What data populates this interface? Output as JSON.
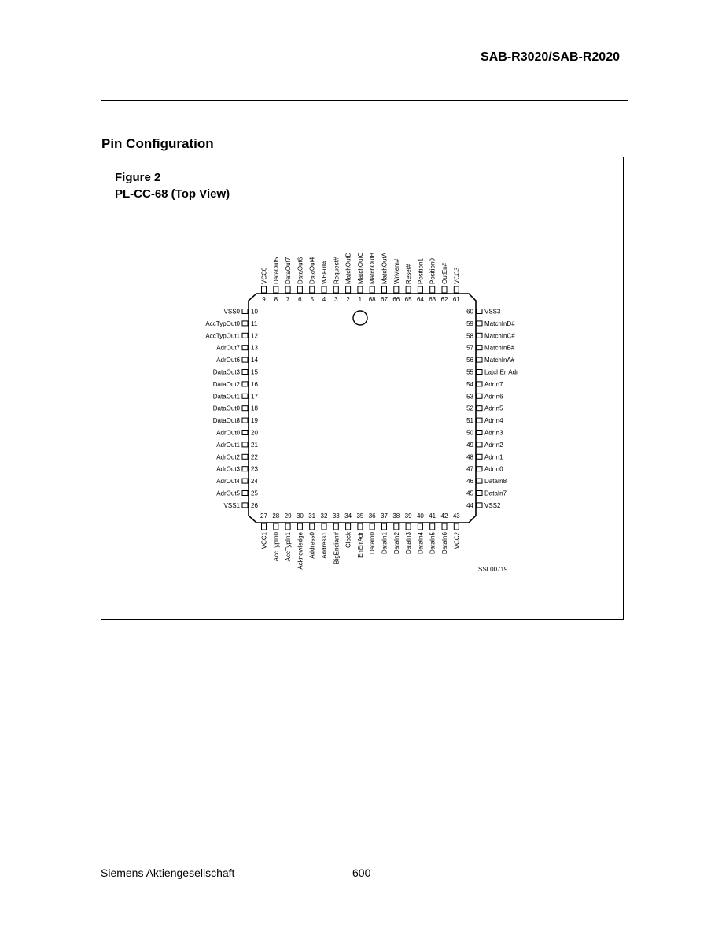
{
  "header": {
    "title": "SAB-R3020/SAB-R2020"
  },
  "section": {
    "title": "Pin Configuration"
  },
  "figure": {
    "number": "Figure 2",
    "caption": "PL-CC-68 (Top View)",
    "code": "SSL00719",
    "pins_top": [
      {
        "num": "9",
        "name": "VCC0"
      },
      {
        "num": "8",
        "name": "DataOut5"
      },
      {
        "num": "7",
        "name": "DataOut7"
      },
      {
        "num": "6",
        "name": "DataOut6"
      },
      {
        "num": "5",
        "name": "DataOut4"
      },
      {
        "num": "4",
        "name": "WBFull#"
      },
      {
        "num": "3",
        "name": "Request#"
      },
      {
        "num": "2",
        "name": "MatchOutD"
      },
      {
        "num": "1",
        "name": "MatchOutC"
      },
      {
        "num": "68",
        "name": "MatchOutB"
      },
      {
        "num": "67",
        "name": "MatchOutA"
      },
      {
        "num": "66",
        "name": "WrMem#"
      },
      {
        "num": "65",
        "name": "Reset#"
      },
      {
        "num": "64",
        "name": "Position1"
      },
      {
        "num": "63",
        "name": "Position0"
      },
      {
        "num": "62",
        "name": "OutEn#"
      },
      {
        "num": "61",
        "name": "VCC3"
      }
    ],
    "pins_left": [
      {
        "num": "10",
        "name": "VSS0"
      },
      {
        "num": "11",
        "name": "AccTypOut0"
      },
      {
        "num": "12",
        "name": "AccTypOut1"
      },
      {
        "num": "13",
        "name": "AdrOut7"
      },
      {
        "num": "14",
        "name": "AdrOut6"
      },
      {
        "num": "15",
        "name": "DataOut3"
      },
      {
        "num": "16",
        "name": "DataOut2"
      },
      {
        "num": "17",
        "name": "DataOut1"
      },
      {
        "num": "18",
        "name": "DataOut0"
      },
      {
        "num": "19",
        "name": "DataOut8"
      },
      {
        "num": "20",
        "name": "AdrOut0"
      },
      {
        "num": "21",
        "name": "AdrOut1"
      },
      {
        "num": "22",
        "name": "AdrOut2"
      },
      {
        "num": "23",
        "name": "AdrOut3"
      },
      {
        "num": "24",
        "name": "AdrOut4"
      },
      {
        "num": "25",
        "name": "AdrOut5"
      },
      {
        "num": "26",
        "name": "VSS1"
      }
    ],
    "pins_right": [
      {
        "num": "60",
        "name": "VSS3"
      },
      {
        "num": "59",
        "name": "MatchInD#"
      },
      {
        "num": "58",
        "name": "MatchInC#"
      },
      {
        "num": "57",
        "name": "MatchInB#"
      },
      {
        "num": "56",
        "name": "MatchInA#"
      },
      {
        "num": "55",
        "name": "LatchErrAdr"
      },
      {
        "num": "54",
        "name": "AdrIn7"
      },
      {
        "num": "53",
        "name": "AdrIn6"
      },
      {
        "num": "52",
        "name": "AdrIn5"
      },
      {
        "num": "51",
        "name": "AdrIn4"
      },
      {
        "num": "50",
        "name": "AdrIn3"
      },
      {
        "num": "49",
        "name": "AdrIn2"
      },
      {
        "num": "48",
        "name": "AdrIn1"
      },
      {
        "num": "47",
        "name": "AdrIn0"
      },
      {
        "num": "46",
        "name": "DataIn8"
      },
      {
        "num": "45",
        "name": "DataIn7"
      },
      {
        "num": "44",
        "name": "VSS2"
      }
    ],
    "pins_bottom": [
      {
        "num": "27",
        "name": "VCC1"
      },
      {
        "num": "28",
        "name": "AccTypIn0"
      },
      {
        "num": "29",
        "name": "AccTypIn1"
      },
      {
        "num": "30",
        "name": "Acknowledge"
      },
      {
        "num": "31",
        "name": "Address0"
      },
      {
        "num": "32",
        "name": "Address1"
      },
      {
        "num": "33",
        "name": "BigEndian#"
      },
      {
        "num": "34",
        "name": "Clock"
      },
      {
        "num": "35",
        "name": "EnErrAdr"
      },
      {
        "num": "36",
        "name": "DataIn0"
      },
      {
        "num": "37",
        "name": "DataIn1"
      },
      {
        "num": "38",
        "name": "DataIn2"
      },
      {
        "num": "39",
        "name": "DataIn3"
      },
      {
        "num": "40",
        "name": "DataIn4"
      },
      {
        "num": "41",
        "name": "DataIn5"
      },
      {
        "num": "42",
        "name": "DataIn6"
      },
      {
        "num": "43",
        "name": "VCC2"
      }
    ]
  },
  "footer": {
    "company": "Siemens Aktiengesellschaft",
    "page": "600"
  }
}
